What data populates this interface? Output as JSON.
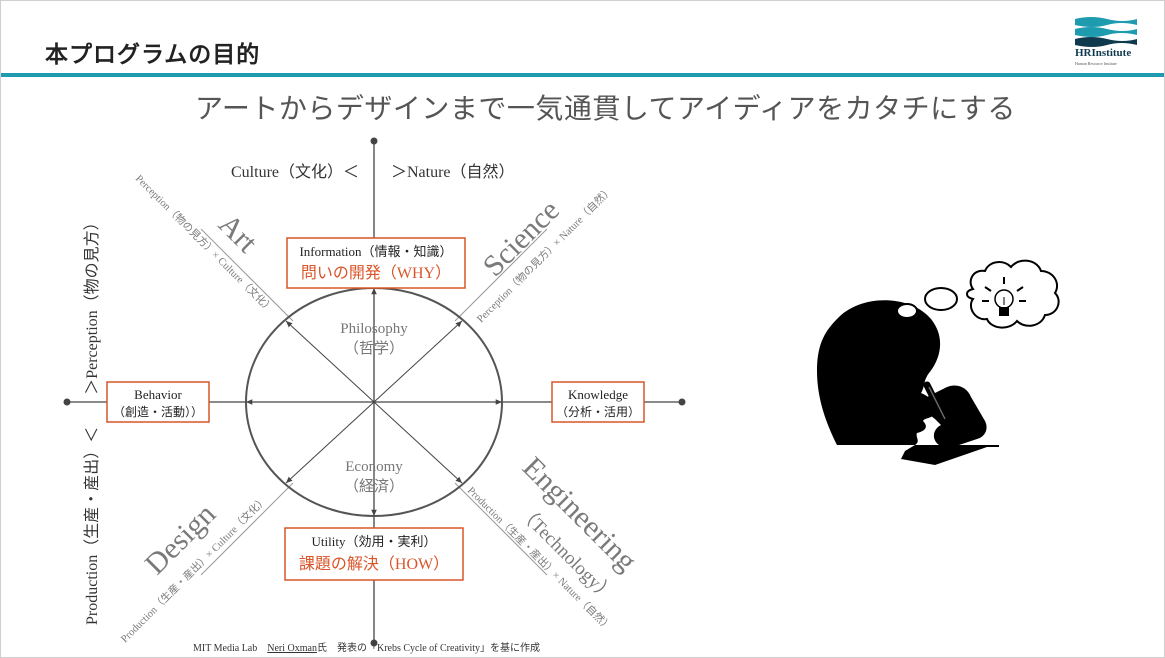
{
  "header": {
    "title": "本プログラムの目的",
    "logo_text": "HRInstitute",
    "logo_sub": "Human Resource Institute"
  },
  "subtitle": "アートからデザインまで一気通貫してアイディアをカタチにする",
  "colors": {
    "accent": "#1f9bb0",
    "box_border": "#d9552a",
    "orange_text": "#d9552a",
    "gray_text": "#7a7a7a",
    "axis": "#444444",
    "silhouette": "#000000"
  },
  "diagram": {
    "axis_top": "Culture（文化）＜　　＞Nature（自然）",
    "axis_left": "Production（生産・産出）＜　　＞Perception（物の見方）",
    "quadrants": {
      "art": "Art",
      "art_sub": "Perception（物の見方）× Culture（文化）",
      "science": "Science",
      "science_sub": "Perception（物の見方）× Nature（自然）",
      "design": "Design",
      "design_sub": "Production（生産・産出）× Culture（文化）",
      "engineering": "Engineering",
      "engineering_paren": "（Technology）",
      "engineering_sub": "Production（生産・産出）× Nature（自然）"
    },
    "center_top": "Philosophy",
    "center_top_jp": "（哲学）",
    "center_bottom": "Economy",
    "center_bottom_jp": "（経済）",
    "box_top": {
      "line1": "Information（情報・知識）",
      "line2": "問いの開発（WHY）"
    },
    "box_bottom": {
      "line1": "Utility（効用・実利）",
      "line2": "課題の解決（HOW）"
    },
    "box_left": {
      "line1": "Behavior",
      "line2": "（創造・活動））"
    },
    "box_right": {
      "line1": "Knowledge",
      "line2": "（分析・活用）"
    },
    "footnote_a": "MIT Media Lab　",
    "footnote_b": "Neri Oxman",
    "footnote_c": "氏　発表の「Krebs Cycle of Creativity」を基に作成"
  }
}
